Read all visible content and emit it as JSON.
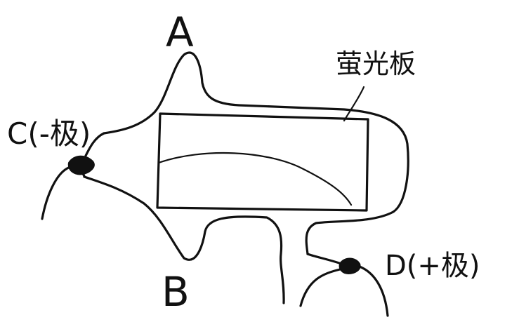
{
  "diagram": {
    "labels": {
      "a": "A",
      "b": "B",
      "c": "C(-极)",
      "d": "D(+极)",
      "screen": "萤光板"
    },
    "colors": {
      "ink": "#111111",
      "background": "#ffffff"
    }
  }
}
